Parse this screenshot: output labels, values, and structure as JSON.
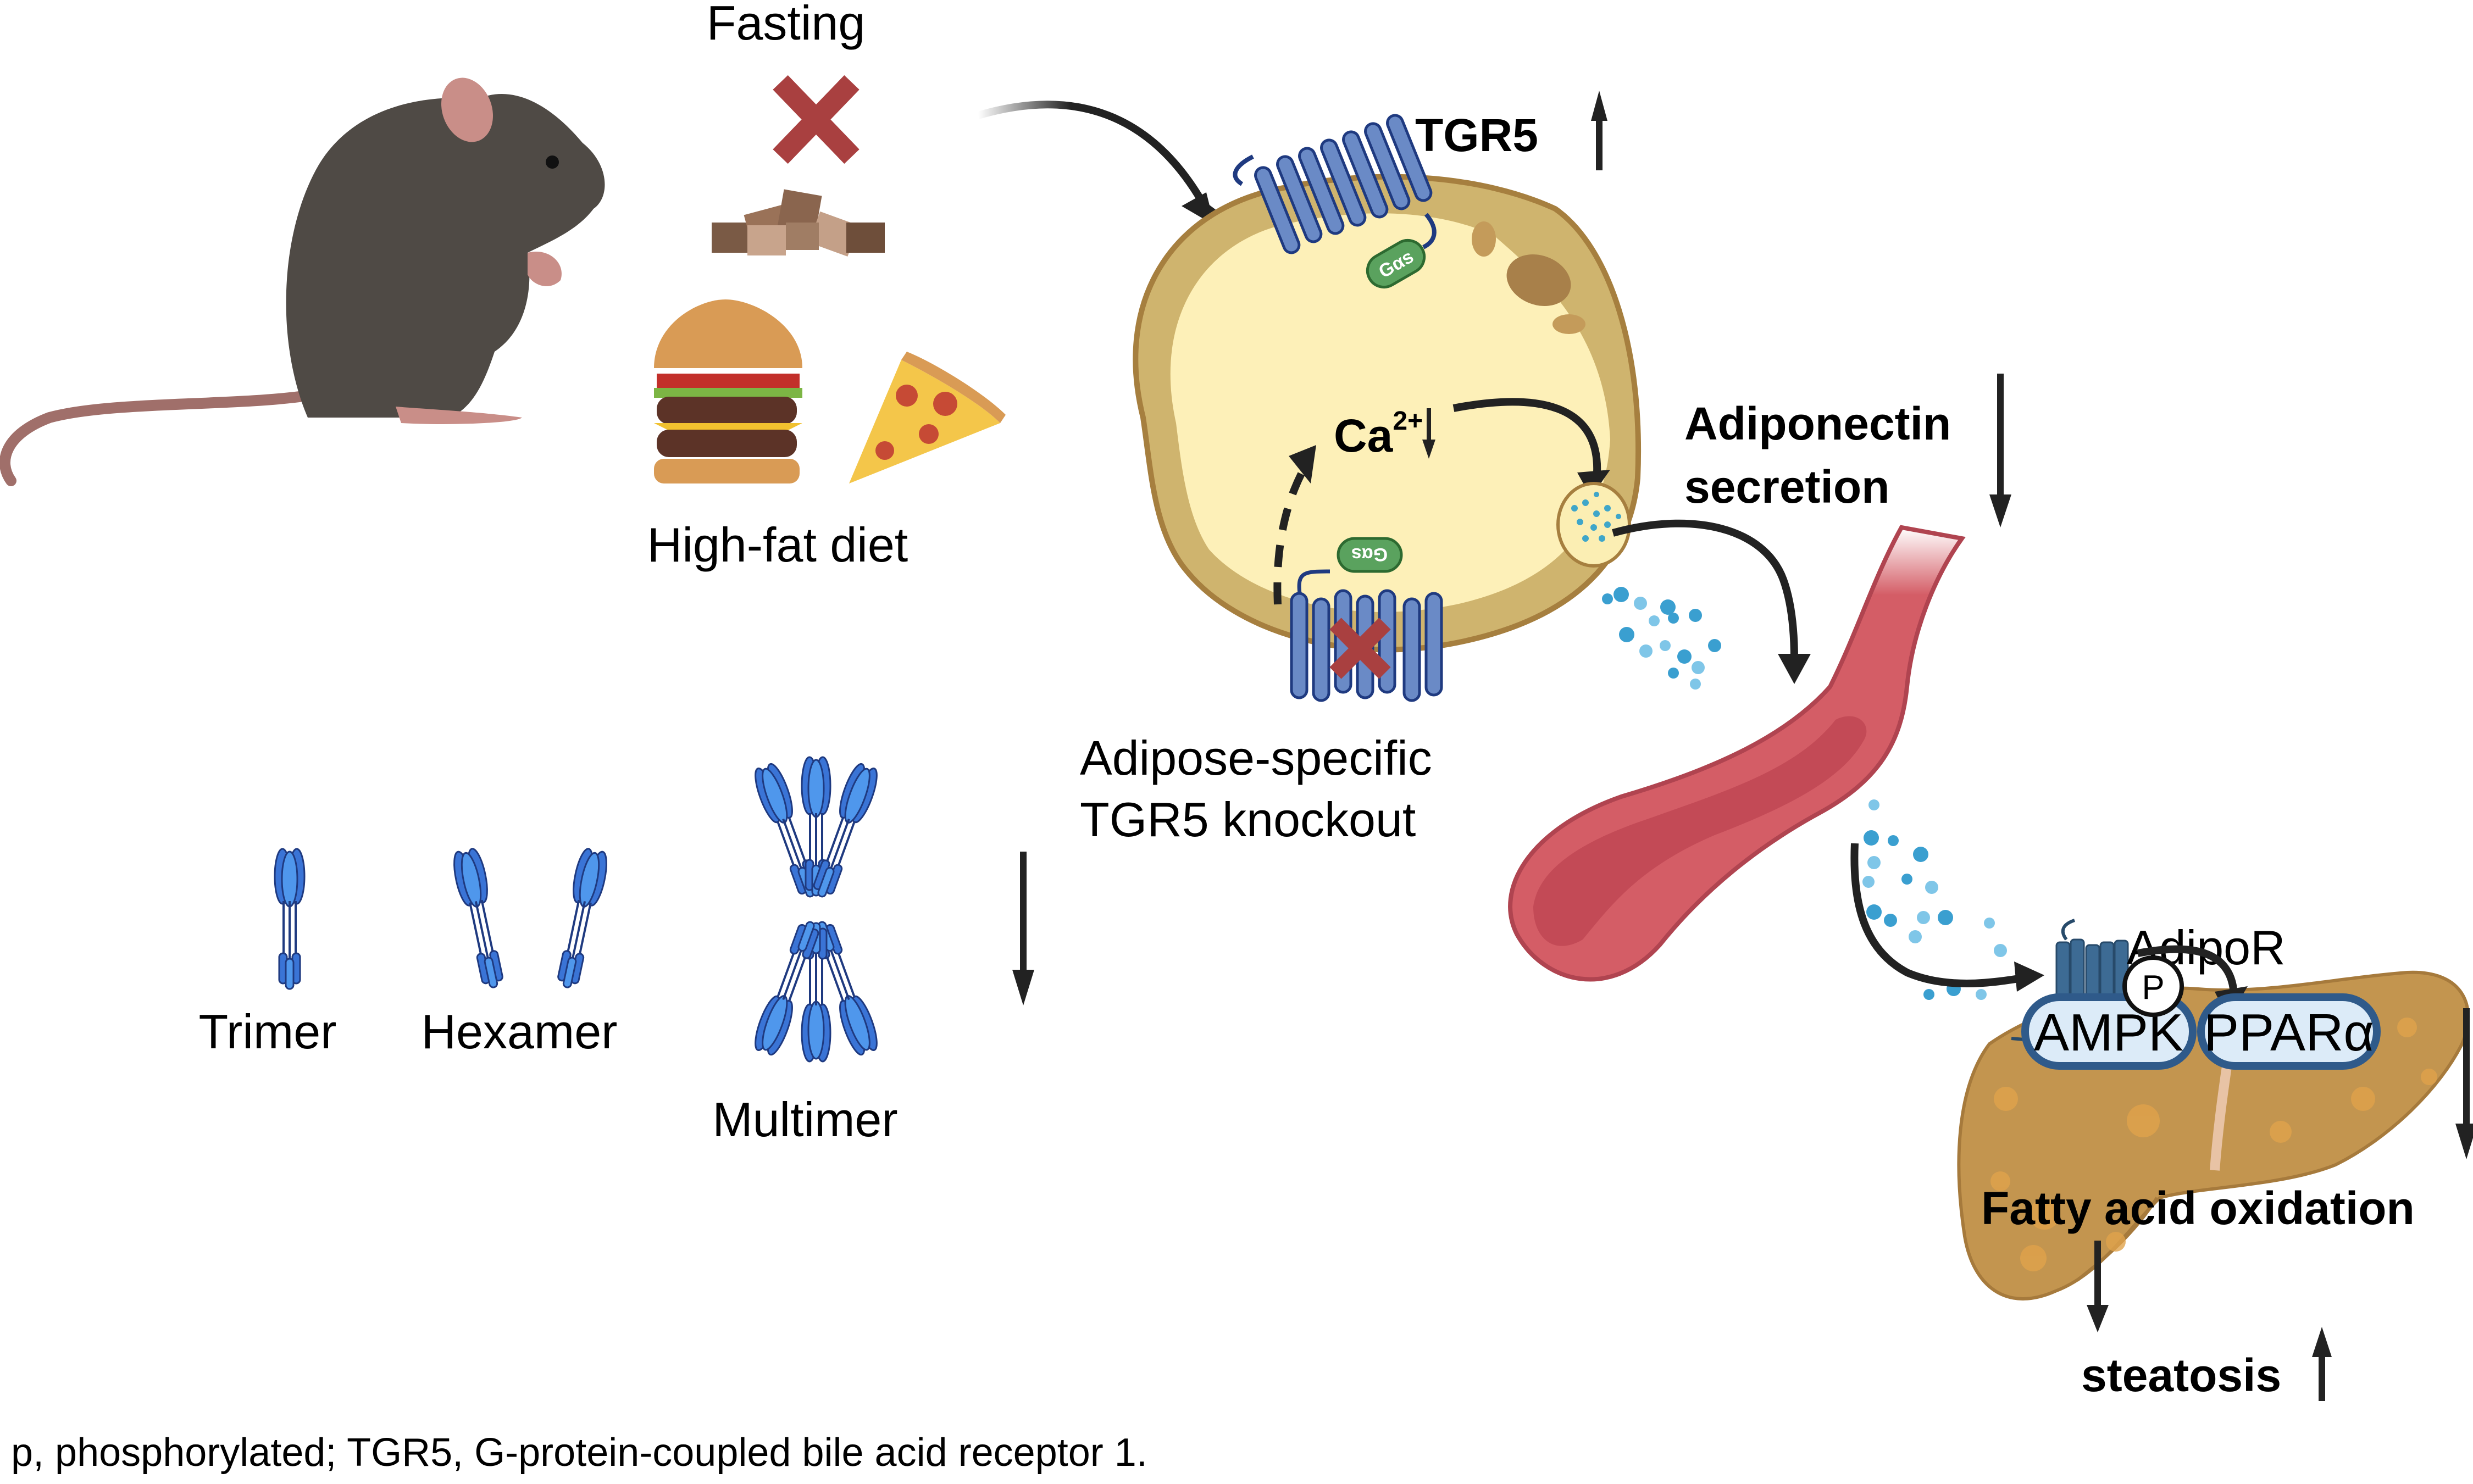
{
  "figure": {
    "conditions": {
      "fasting_label": "Fasting",
      "high_fat_diet_label": "High-fat diet"
    },
    "receptor": {
      "label": "TGR5",
      "trend": "up",
      "g_protein_label": "Gαs"
    },
    "adipocyte": {
      "calcium_label": "Ca",
      "calcium_superscript": "2+",
      "calcium_trend": "down",
      "knockout_label_line1": "Adipose-specific",
      "knockout_label_line2": "TGR5 knockout"
    },
    "secretion": {
      "label_line1": "Adiponectin",
      "label_line2": "secretion",
      "trend": "down"
    },
    "multimers": {
      "forms": [
        "Trimer",
        "Hexamer",
        "Multimer"
      ],
      "trend": "down"
    },
    "liver": {
      "receptor_label": "AdipoR",
      "phospho_label": "P",
      "kinase_label": "AMPK",
      "nuclear_receptor_label": "PPARα",
      "fao_label": "Fatty acid oxidation",
      "fao_trend": "down",
      "steatosis_label": "steatosis",
      "steatosis_trend": "up"
    },
    "caption": "p, phosphorylated; TGR5, G-protein-coupled bile acid receptor 1."
  },
  "colors": {
    "cross_red": "#a94040",
    "receptor_blue": "#6a8ac6",
    "receptor_outline": "#1f3a80",
    "g_protein_green": "#5aa25e",
    "adipocyte_fill": "#fdf0b8",
    "adipocyte_rim": "#cfb46e",
    "vessel_red": "#d45d66",
    "liver_brown": "#c3954f",
    "adiponectin_blue": "#3f7fd8",
    "pill_fill": "#dcebf8",
    "pill_outline": "#2f5a8a"
  }
}
